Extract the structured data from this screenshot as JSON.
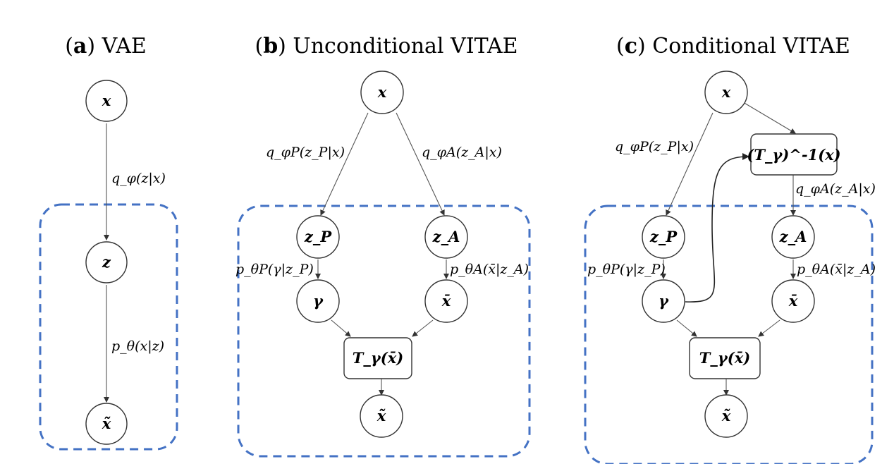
{
  "panels": [
    {
      "id": "a",
      "letter": "a",
      "title": "VAE",
      "nodes": {
        "x": "x",
        "z": "z",
        "x_tilde": "x̃"
      },
      "edges": {
        "encoder": "q_φ(z|x)",
        "decoder": "p_θ(x|z)"
      }
    },
    {
      "id": "b",
      "letter": "b",
      "title": "Unconditional VITAE",
      "nodes": {
        "x": "x",
        "zP": "z_P",
        "zA": "z_A",
        "gamma": "γ",
        "x_bar": "x̄",
        "transform": "T_γ(x̄)",
        "x_tilde": "x̃"
      },
      "edges": {
        "enc_P": "q_φP(z_P|x)",
        "enc_A": "q_φA(z_A|x)",
        "dec_P": "p_θP(γ|z_P)",
        "dec_A": "p_θA(x̄|z_A)"
      }
    },
    {
      "id": "c",
      "letter": "c",
      "title": "Conditional VITAE",
      "nodes": {
        "x": "x",
        "inverse": "(T_γ)^-1(x)",
        "zP": "z_P",
        "zA": "z_A",
        "gamma": "γ",
        "x_bar": "x̄",
        "transform": "T_γ(x̄)",
        "x_tilde": "x̃"
      },
      "edges": {
        "enc_P": "q_φP(z_P|x)",
        "enc_A": "q_φA(z_A|x)",
        "dec_P": "p_θP(γ|z_P)",
        "dec_A": "p_θA(x̄|z_A)"
      }
    }
  ],
  "colors": {
    "plate": "#4472c4",
    "stroke": "#333333"
  }
}
